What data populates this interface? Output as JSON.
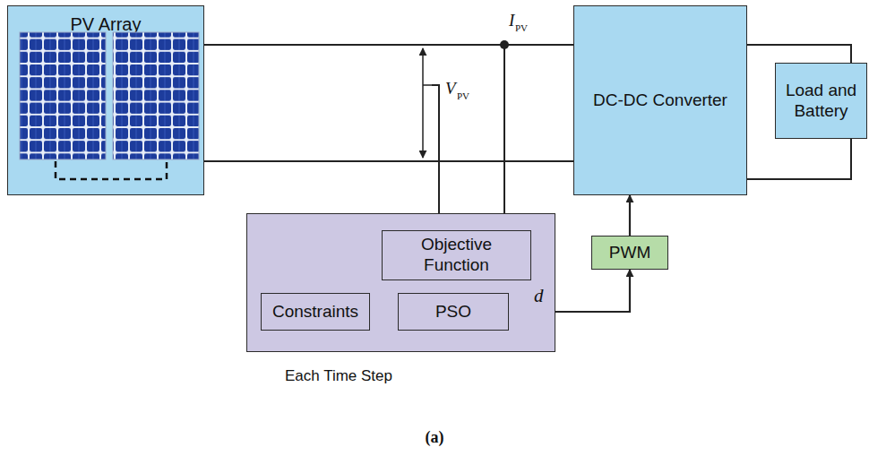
{
  "diagram": {
    "caption": "(a)",
    "nodes": [
      {
        "text": [
          "PV Array"
        ]
      },
      {
        "text": [
          "DC-DC Converter"
        ]
      },
      {
        "text": [
          "Load and Battery"
        ]
      },
      {
        "text": [
          "Each Time Step"
        ]
      },
      {
        "text": [
          "Objective Function"
        ],
        "in": 3
      },
      {
        "text": [
          "Constraints"
        ],
        "in": 3
      },
      {
        "text": [
          "PSO"
        ],
        "in": 3
      },
      {
        "text": [
          "PWM"
        ]
      }
    ],
    "edges": [
      {
        "from": 0,
        "to": 1,
        "arrow": "none"
      },
      {
        "from": 0,
        "to": 1,
        "arrow": "none"
      },
      {
        "from": 0,
        "to": 4,
        "arrow": "to"
      },
      {
        "from": 0,
        "to": 4,
        "arrow": "to"
      },
      {
        "from": 4,
        "to": 6,
        "arrow": "to"
      },
      {
        "from": 5,
        "to": 6,
        "arrow": "to"
      },
      {
        "from": 6,
        "to": 7,
        "label": "d",
        "arrow": "to"
      },
      {
        "from": 7,
        "to": 1,
        "arrow": "to"
      },
      {
        "from": 1,
        "to": 2,
        "arrow": "none"
      },
      {
        "from": 1,
        "to": 2,
        "arrow": "none"
      }
    ],
    "labels": [
      "V",
      "PV",
      "I",
      "PV"
    ]
  }
}
